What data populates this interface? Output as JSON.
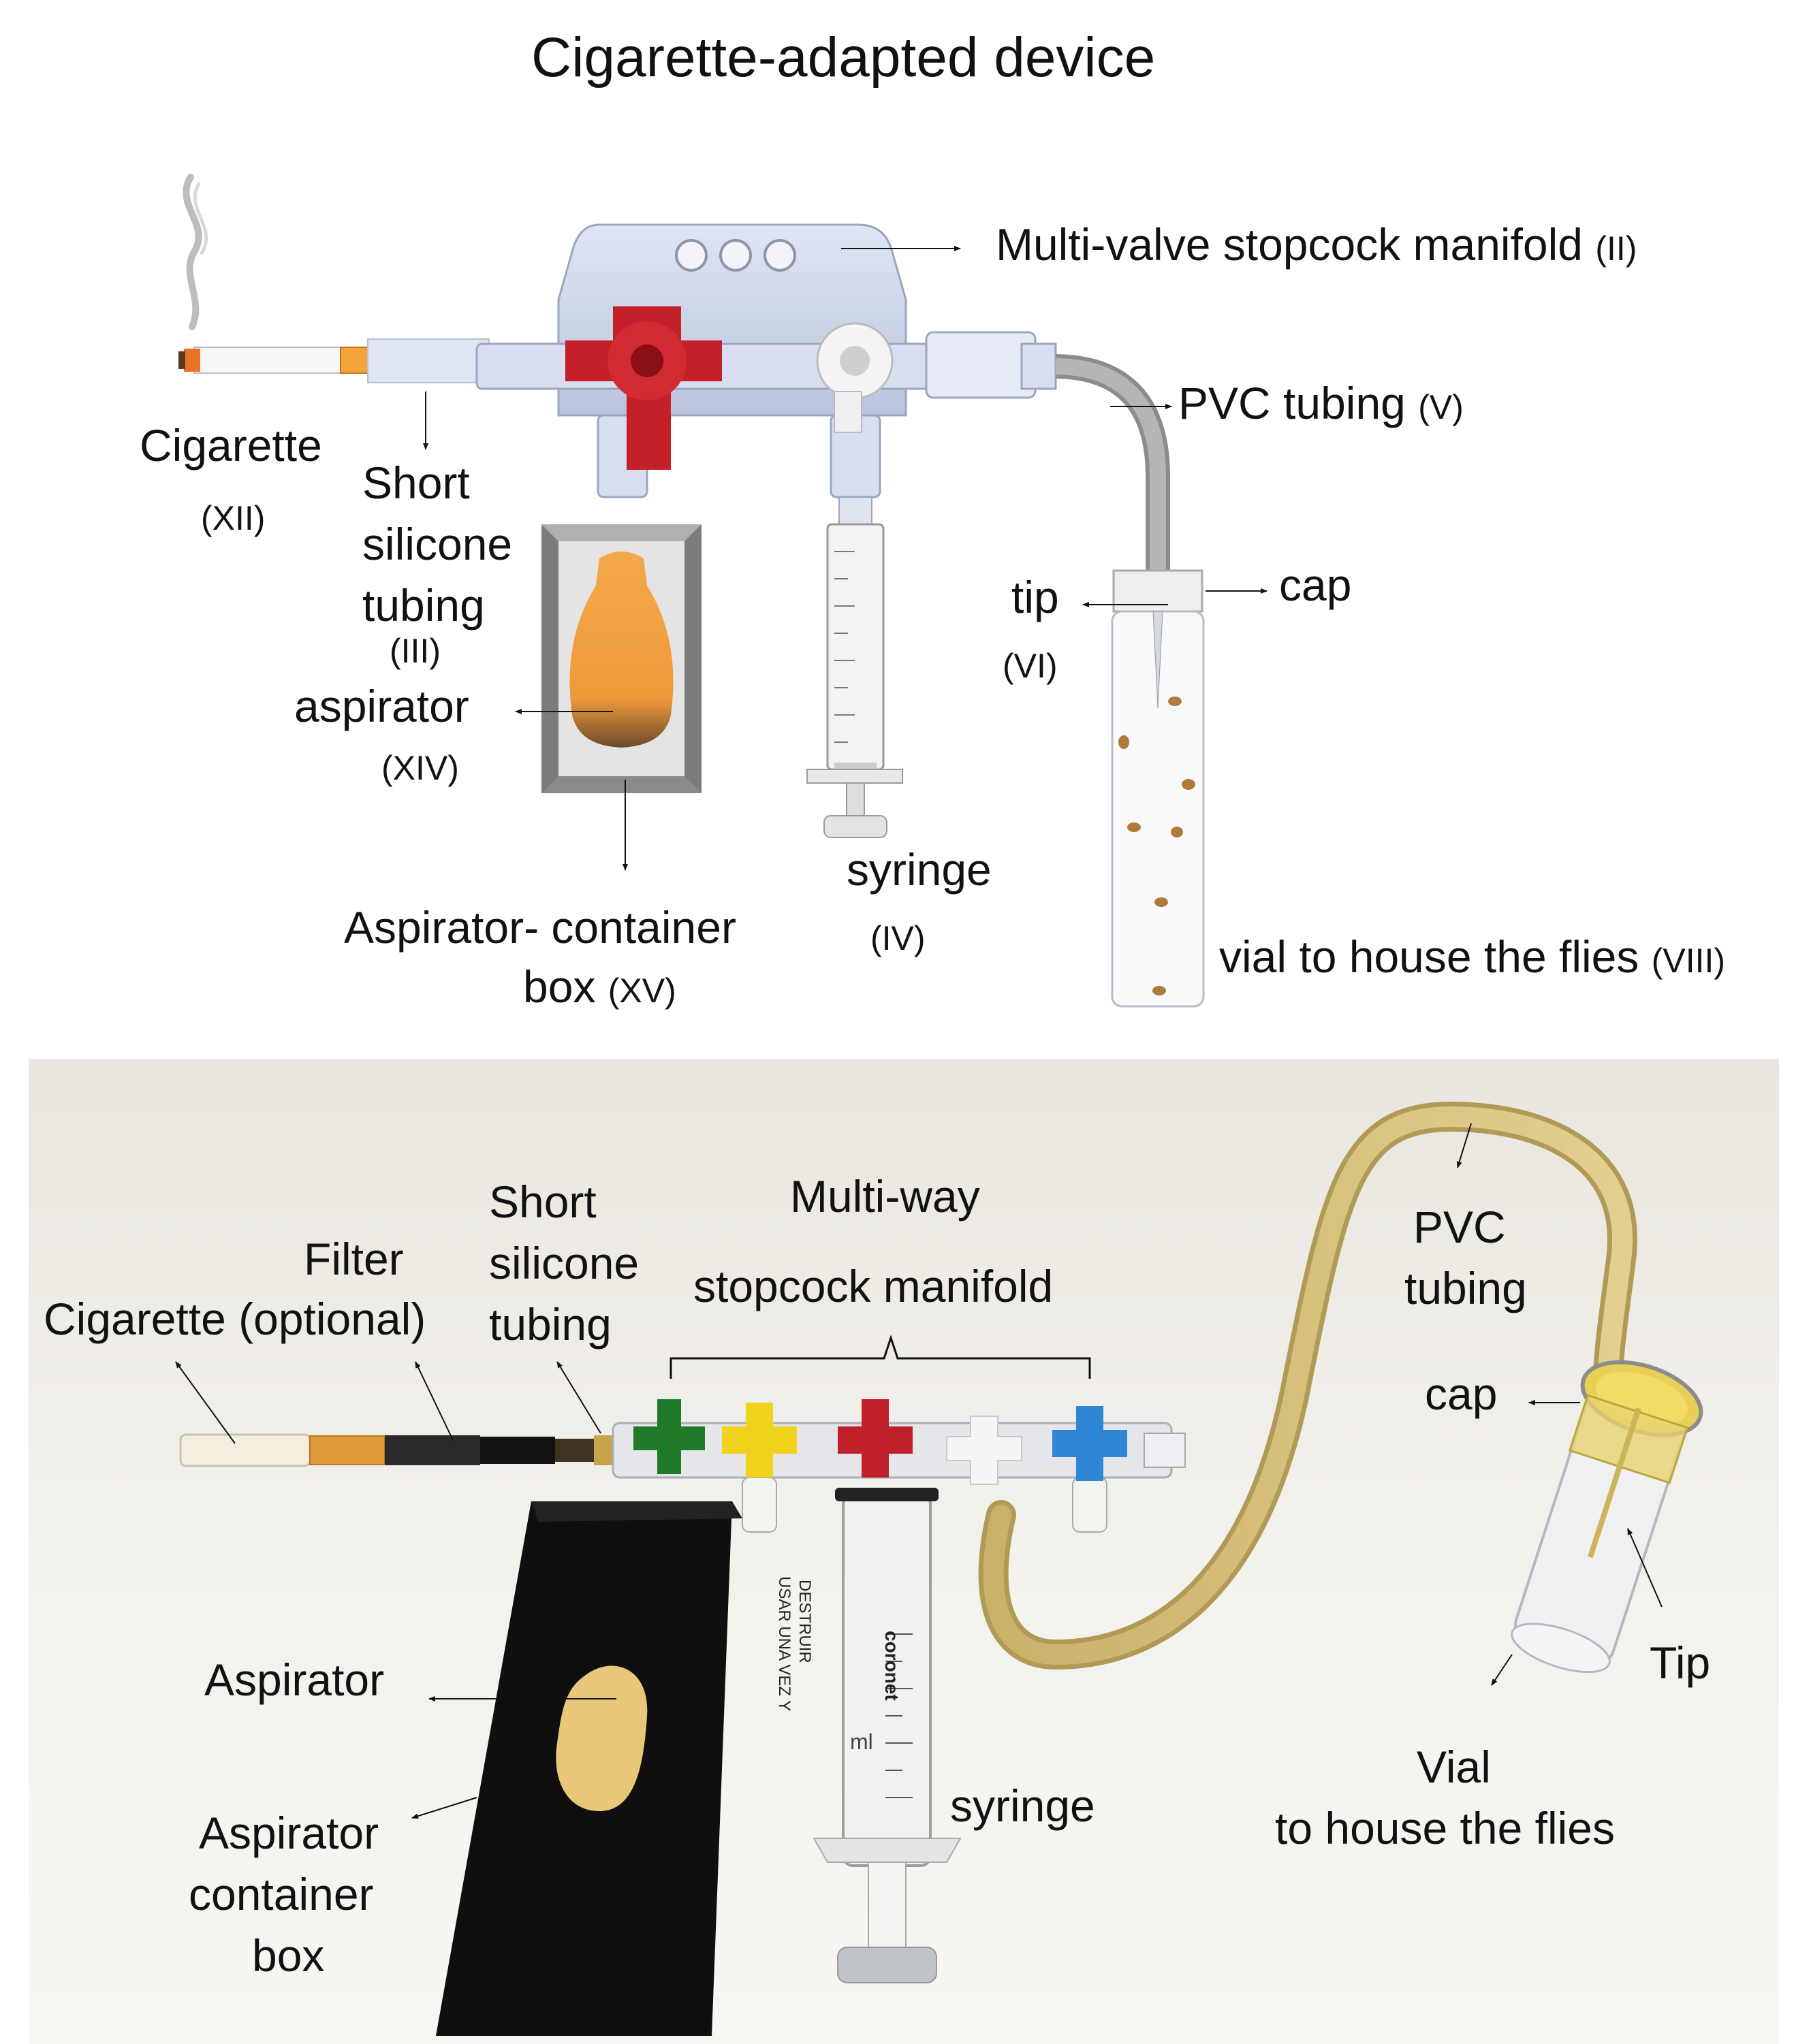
{
  "title": "Cigarette-adapted device",
  "diagram": {
    "manifold": "Multi-valve stopcock manifold",
    "manifold_num": "(II)",
    "pvc": "PVC tubing",
    "pvc_num": "(V)",
    "cigarette": "Cigarette",
    "cigarette_num": "(XII)",
    "short_line1": "Short",
    "short_line2": "silicone",
    "short_line3": "tubing",
    "short_num": "(III)",
    "aspirator": "aspirator",
    "aspirator_num": "(XIV)",
    "tip": "tip",
    "tip_num": "(VI)",
    "cap": "cap",
    "syringe": "syringe",
    "syringe_num": "(IV)",
    "box_line1": "Aspirator- container",
    "box_line2": "box",
    "box_num": "(XV)",
    "vial": "vial to house the flies",
    "vial_num": "(VIII)"
  },
  "photo": {
    "multiway_line1": "Multi-way",
    "multiway_line2": "stopcock manifold",
    "short_line1": "Short",
    "short_line2": "silicone",
    "short_line3": "tubing",
    "filter": "Filter",
    "cigarette_optional": "Cigarette (optional)",
    "pvc_line1": "PVC",
    "pvc_line2": "tubing",
    "cap": "cap",
    "tip": "Tip",
    "aspirator": "Aspirator",
    "box_line1": "Aspirator",
    "box_line2": "container",
    "box_line3": "box",
    "syringe": "syringe",
    "vial_line1": "Vial",
    "vial_line2": "to house the flies",
    "syringe_print1": "USAR UNA VEZ Y",
    "syringe_print2": "DESTRUIR",
    "syringe_brand": "coronet",
    "syringe_unit": "ml"
  }
}
